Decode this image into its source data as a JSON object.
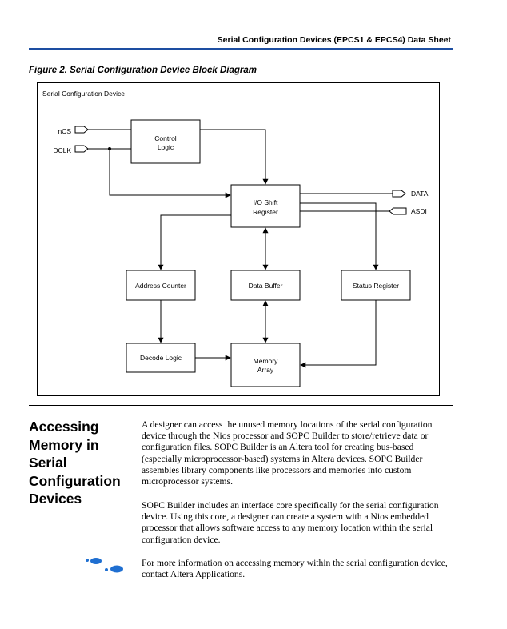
{
  "header": {
    "title": "Serial Configuration Devices (EPCS1 & EPCS4) Data Sheet",
    "rule_color": "#1d4ea1"
  },
  "figure": {
    "caption": "Figure 2. Serial Configuration Device Block Diagram",
    "frame_label": "Serial Configuration Device",
    "pins": {
      "ncs": "nCS",
      "dclk": "DCLK",
      "data": "DATA",
      "asdi": "ASDI"
    },
    "blocks": {
      "control_logic": [
        "Control",
        "Logic"
      ],
      "io_shift_register": [
        "I/O Shift",
        "Register"
      ],
      "address_counter": "Address Counter",
      "data_buffer": "Data Buffer",
      "status_register": "Status Register",
      "decode_logic": "Decode Logic",
      "memory_array": [
        "Memory",
        "Array"
      ]
    }
  },
  "section": {
    "heading": "Accessing Memory in Serial Configuration Devices",
    "paragraphs": [
      "A designer can access the unused memory locations of the serial configuration device through the Nios processor and SOPC Builder to store/retrieve data or configuration files. SOPC Builder is an Altera tool for creating bus-based (especially microprocessor-based) systems in Altera devices. SOPC Builder assembles library components like processors and memories into custom microprocessor systems.",
      "SOPC Builder includes an interface core specifically for the serial configuration device. Using this core, a designer can create a system with a Nios embedded processor that allows software access to any memory location within the serial configuration device.",
      "For more information on accessing memory within the serial configuration device, contact Altera Applications."
    ],
    "note_icon": "note-footprints-icon",
    "note_icon_color": "#1f6fd1"
  }
}
